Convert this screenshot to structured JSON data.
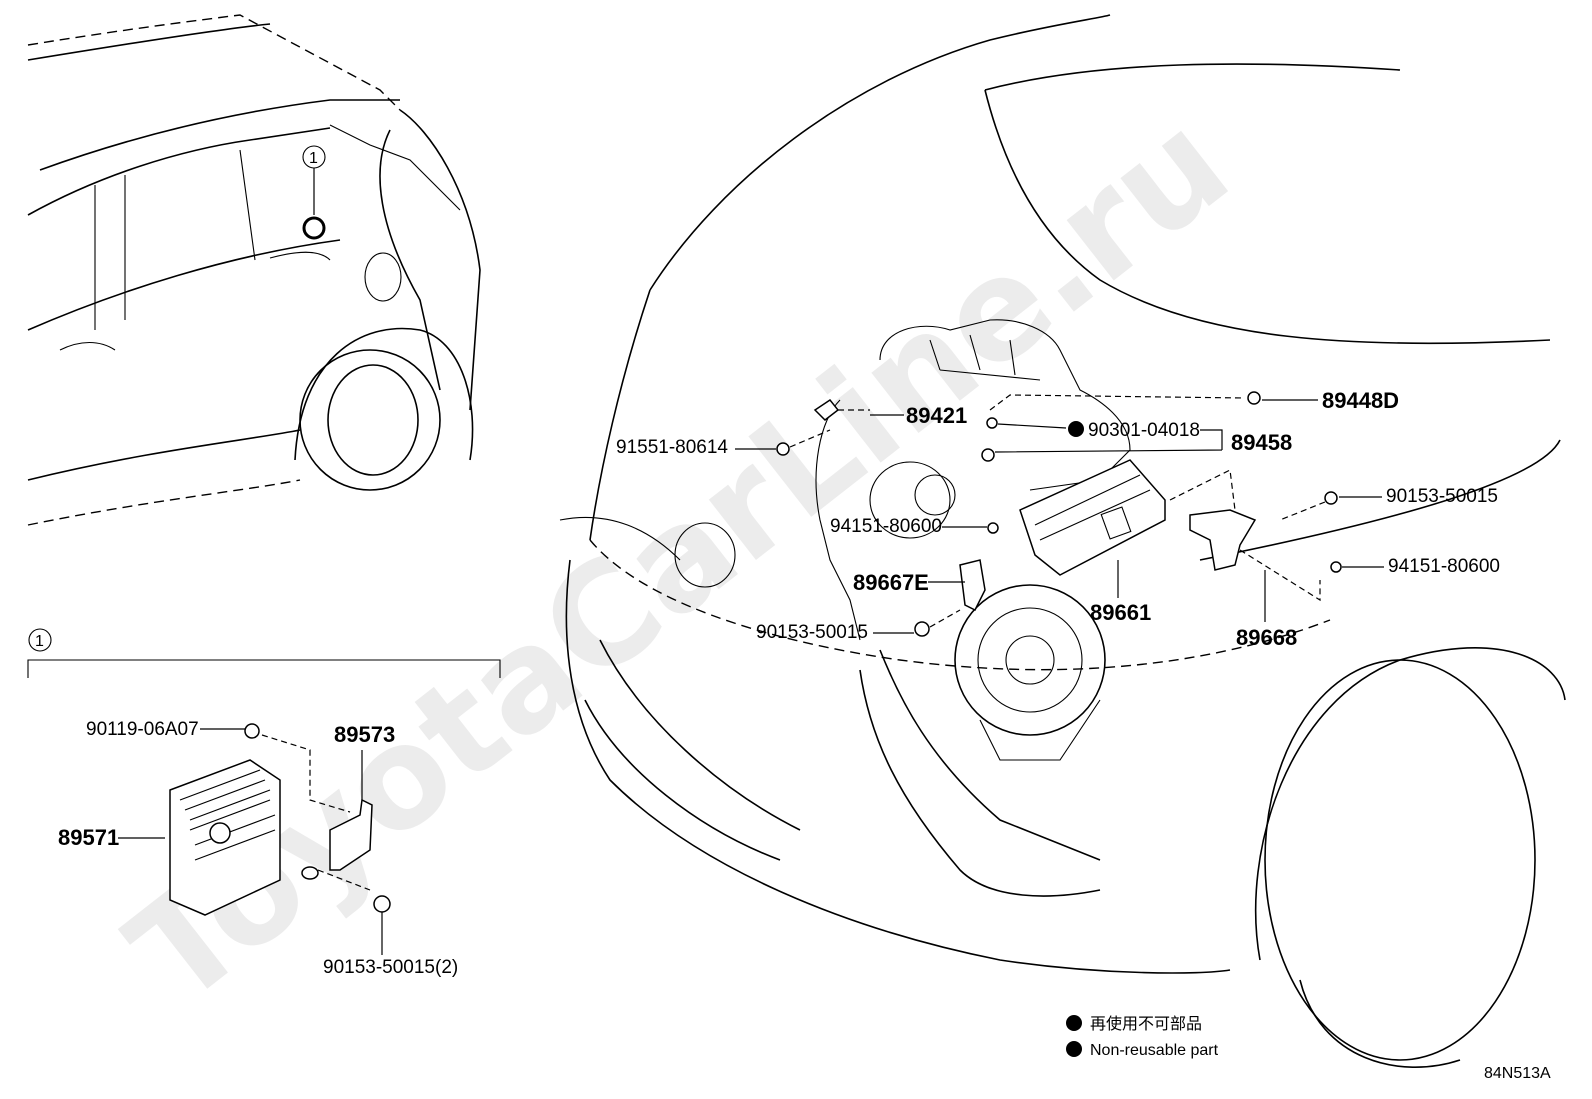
{
  "watermark": "ToyotaCarLine.ru",
  "detail_marker": "1",
  "diagram_code": "84N513A",
  "legend": {
    "jp": "再使用不可部品",
    "en": "Non-reusable part"
  },
  "part_labels": {
    "p89448D": "89448D",
    "p89421": "89421",
    "p90301_04018": "90301-04018",
    "p89458": "89458",
    "p91551_80614": "91551-80614",
    "p90153_50015_r": "90153-50015",
    "p94151_80600_a": "94151-80600",
    "p94151_80600_b": "94151-80600",
    "p89667E": "89667E",
    "p89661": "89661",
    "p90153_50015_b": "90153-50015",
    "p89668": "89668",
    "p90119_06A07": "90119-06A07",
    "p89573": "89573",
    "p89571": "89571",
    "p90153_50015_2": "90153-50015(2)"
  }
}
